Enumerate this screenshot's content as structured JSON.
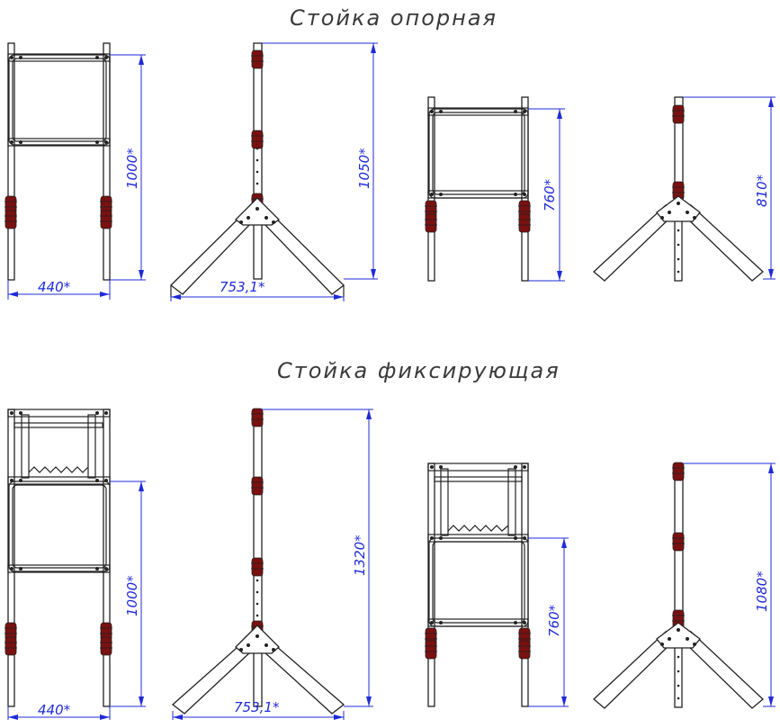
{
  "titles": {
    "support": "Стойка опорная",
    "fixing": "Стойка фиксирующая"
  },
  "dims": {
    "s1_height": "1000*",
    "s1_width": "440*",
    "s2_height": "1050*",
    "s2_width": "753,1*",
    "s3_height": "760*",
    "s4_height": "810*",
    "f1_height": "1000*",
    "f1_width": "440*",
    "f2_height": "1320*",
    "f2_width": "753,1*",
    "f3_height": "760*",
    "f4_height": "1080*"
  },
  "colors": {
    "dimension": "#1f2bd8",
    "lines": "#222222",
    "clamp": "#7a1010",
    "title": "#3a3a3a"
  }
}
